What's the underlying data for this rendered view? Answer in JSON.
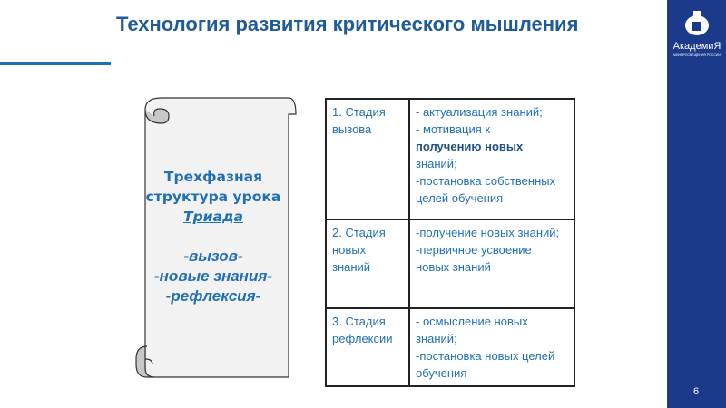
{
  "title": "Технология развития критического мышления",
  "logo": {
    "text": "АкадемиЯ",
    "subtext": "Минпросвещения России"
  },
  "page_number": "6",
  "colors": {
    "accent": "#1f6fb5",
    "sidebar": "#1c3a8c",
    "title": "#1f5b96"
  },
  "scroll": {
    "line1": "Трехфазная",
    "line2": "структура урока",
    "line3": "Триада",
    "line4": "-вызов-",
    "line5": "-новые знания-",
    "line6": "-рефлексия-"
  },
  "table": {
    "rows": [
      {
        "stage": "1. Стадия вызова",
        "lines": [
          "- актуализация знаний;",
          "- мотивация к",
          "получению новых",
          "знаний;",
          "-постановка собственных целей обучения"
        ]
      },
      {
        "stage": "2. Стадия новых знаний",
        "lines": [
          "-получение новых знаний;",
          "-первичное усвоение новых знаний"
        ]
      },
      {
        "stage": "3. Стадия рефлексии",
        "lines": [
          "- осмысление новых знаний;",
          "-постановка новых целей обучения"
        ]
      }
    ]
  }
}
